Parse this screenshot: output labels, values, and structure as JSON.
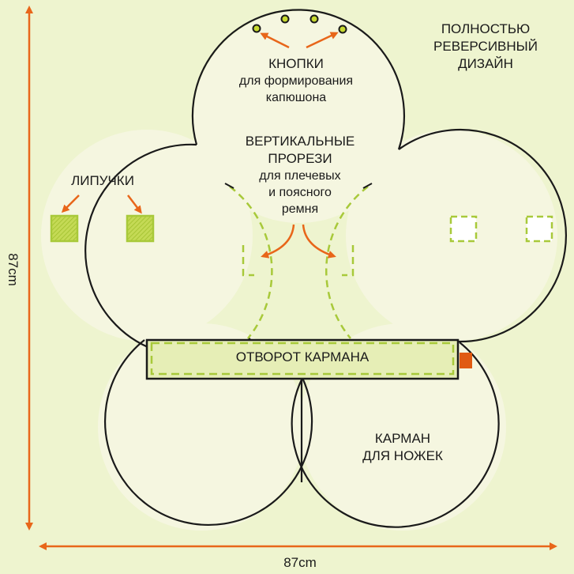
{
  "feature_note": [
    "ПОЛНОСТЬЮ",
    "РЕВЕРСИВНЫЙ",
    "ДИЗАЙН"
  ],
  "buttons": {
    "title": "КНОПКИ",
    "subtitle": [
      "для формирования",
      "капюшона"
    ]
  },
  "slots": {
    "title": [
      "ВЕРТИКАЛЬНЫЕ",
      "ПРОРЕЗИ"
    ],
    "subtitle": [
      "для плечевых",
      "и поясного",
      "ремня"
    ]
  },
  "velcro": {
    "title": "ЛИПУЧКИ"
  },
  "pocket_flap": {
    "label": "ОТВОРОТ КАРМАНА"
  },
  "pocket": {
    "label": [
      "КАРМАН",
      "ДЛЯ НОЖЕК"
    ]
  },
  "dimensions": {
    "height": "87cm",
    "width": "87cm"
  },
  "colors": {
    "background": "#eef4cf",
    "fabric": "#f5f6e0",
    "outline": "#1a1a1a",
    "arrow": "#e8661a",
    "velcro": "#b5d23a",
    "tab": "#e05a12"
  }
}
